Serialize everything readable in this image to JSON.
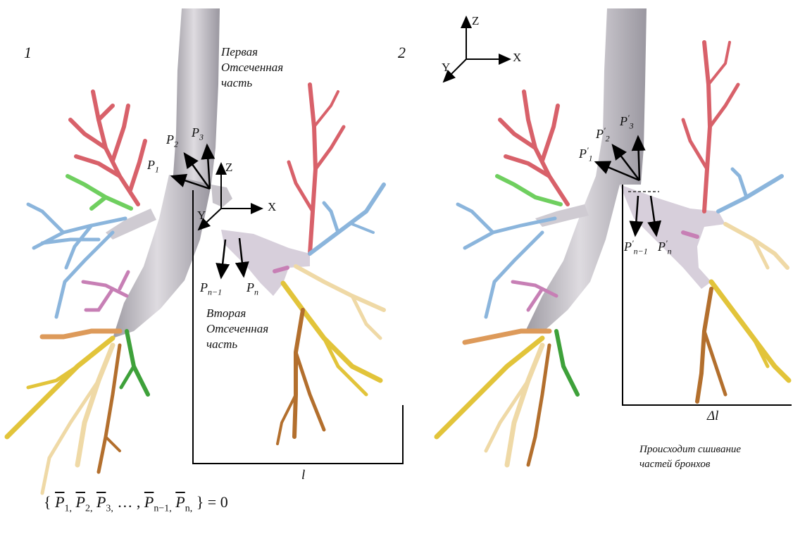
{
  "panels": [
    {
      "number": "1",
      "cut_first": "Первая\nОтсеченная\nчасть",
      "cut_second": "Вторая\nОтсеченная\nчасть"
    },
    {
      "number": "2"
    }
  ],
  "axes": {
    "x": "X",
    "y": "Y",
    "z": "Z"
  },
  "vectors_panel1": [
    {
      "base": "P",
      "sub": "1",
      "prime": ""
    },
    {
      "base": "P",
      "sub": "2",
      "prime": ""
    },
    {
      "base": "P",
      "sub": "3",
      "prime": ""
    },
    {
      "base": "P",
      "sub": "n−1",
      "prime": ""
    },
    {
      "base": "P",
      "sub": "n",
      "prime": ""
    }
  ],
  "vectors_panel2": [
    {
      "base": "P",
      "sub": "1",
      "prime": "′"
    },
    {
      "base": "P",
      "sub": "2",
      "prime": "′"
    },
    {
      "base": "P",
      "sub": "3",
      "prime": "′"
    },
    {
      "base": "P",
      "sub": "n−1",
      "prime": "′"
    },
    {
      "base": "P",
      "sub": "n",
      "prime": "′"
    }
  ],
  "dimension_panel1": "l",
  "dimension_panel2": "Δl",
  "merge_note": "Происходит сшивание\nчастей бронхов",
  "formula": {
    "open": "{",
    "terms": [
      "P",
      "P",
      "P",
      "P",
      "P"
    ],
    "subs": [
      "1,",
      "2,",
      "3,",
      "n−1,",
      "n,"
    ],
    "dots": "… ,",
    "close": "} = 0"
  },
  "colors": {
    "trachea": "#c9c6cc",
    "trachea_shade": "#a9a6ae",
    "lobe_red": "#d8616a",
    "lobe_green": "#6fcf5f",
    "lobe_blue": "#8bb5dc",
    "lobe_pink": "#c77fb5",
    "lobe_yellow": "#e2c43a",
    "lobe_cream": "#efd9a6",
    "lobe_brown": "#b36f2d",
    "lobe_orange": "#dd9a5a",
    "lobe_dkgreen": "#3ea13a",
    "lobe_lavender": "#d9c8df"
  }
}
